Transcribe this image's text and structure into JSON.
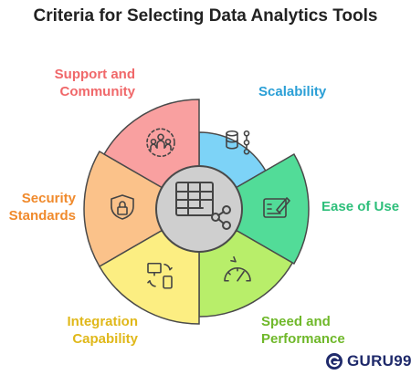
{
  "title": "Criteria for Selecting Data Analytics Tools",
  "segments": [
    {
      "id": "scalability",
      "lines": [
        "Scalability"
      ],
      "color": "#7dd3f7",
      "text_color": "#2a9fd6",
      "icon": "database-stack-icon"
    },
    {
      "id": "ease-of-use",
      "lines": [
        "Ease of Use"
      ],
      "color": "#52dc98",
      "text_color": "#2dbf7a",
      "icon": "dashboard-pen-icon"
    },
    {
      "id": "speed-performance",
      "lines": [
        "Speed and",
        "Performance"
      ],
      "color": "#b8ee6a",
      "text_color": "#6fb82a",
      "icon": "speedometer-icon"
    },
    {
      "id": "integration-capability",
      "lines": [
        "Integration",
        "Capability"
      ],
      "color": "#fcee82",
      "text_color": "#e0b81a",
      "icon": "devices-sync-icon"
    },
    {
      "id": "security-standards",
      "lines": [
        "Security",
        "Standards"
      ],
      "color": "#fbc28a",
      "text_color": "#f08a2c",
      "icon": "shield-lock-icon"
    },
    {
      "id": "support-community",
      "lines": [
        "Support and",
        "Community"
      ],
      "color": "#f9a0a0",
      "text_color": "#f0686a",
      "icon": "community-group-icon"
    }
  ],
  "center_icon": "table-share-icon",
  "brand": {
    "text": "GURU99",
    "icon": "guru99-logo-icon"
  }
}
